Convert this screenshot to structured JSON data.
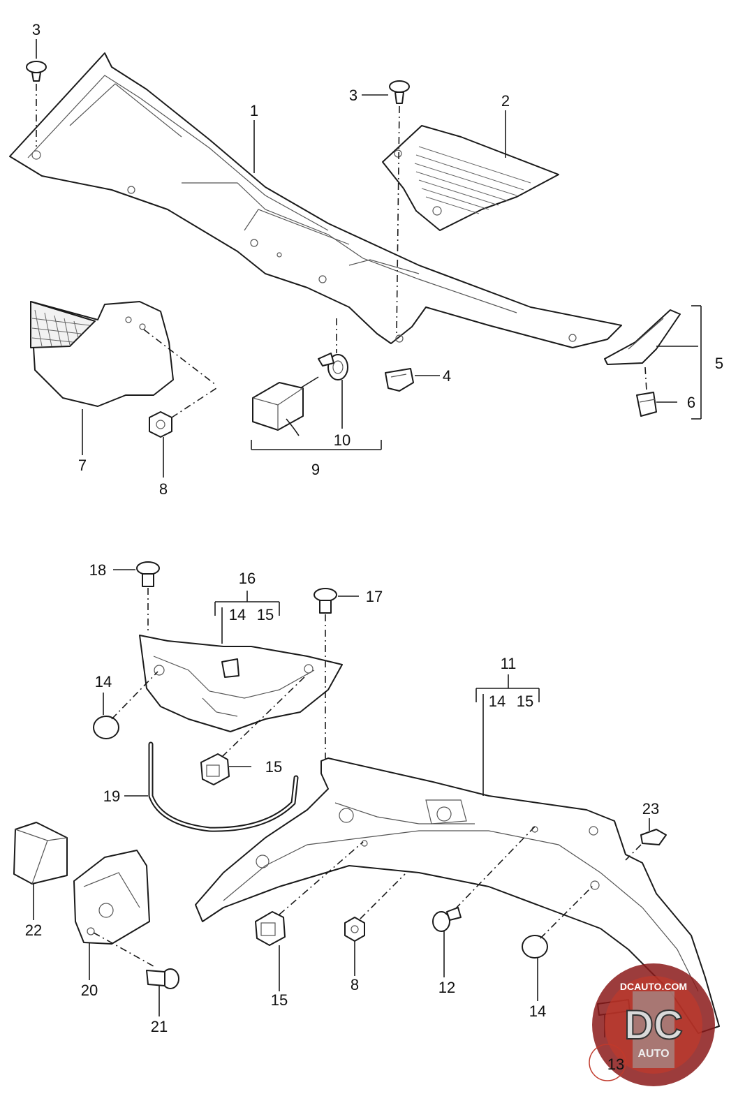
{
  "callouts": {
    "c1": "1",
    "c2": "2",
    "c3a": "3",
    "c3b": "3",
    "c4": "4",
    "c5": "5",
    "c6": "6",
    "c7": "7",
    "c8a": "8",
    "c9": "9",
    "c10": "10",
    "c11": "11",
    "c11_14": "14",
    "c11_15": "15",
    "c12": "12",
    "c13": "13",
    "c14a": "14",
    "c14b": "14",
    "c15a": "15",
    "c15b": "15",
    "c16": "16",
    "c16_14": "14",
    "c16_15": "15",
    "c17": "17",
    "c18": "18",
    "c19": "19",
    "c20": "20",
    "c21": "21",
    "c22": "22",
    "c23": "23",
    "c8b": "8"
  },
  "watermark": {
    "site": "DCAUTO.COM",
    "logo": "DC",
    "sub": "AUTO",
    "colors": {
      "ring": "#8b1a1a",
      "inner": "#c0392b",
      "letters": "#d9d9d9"
    }
  }
}
